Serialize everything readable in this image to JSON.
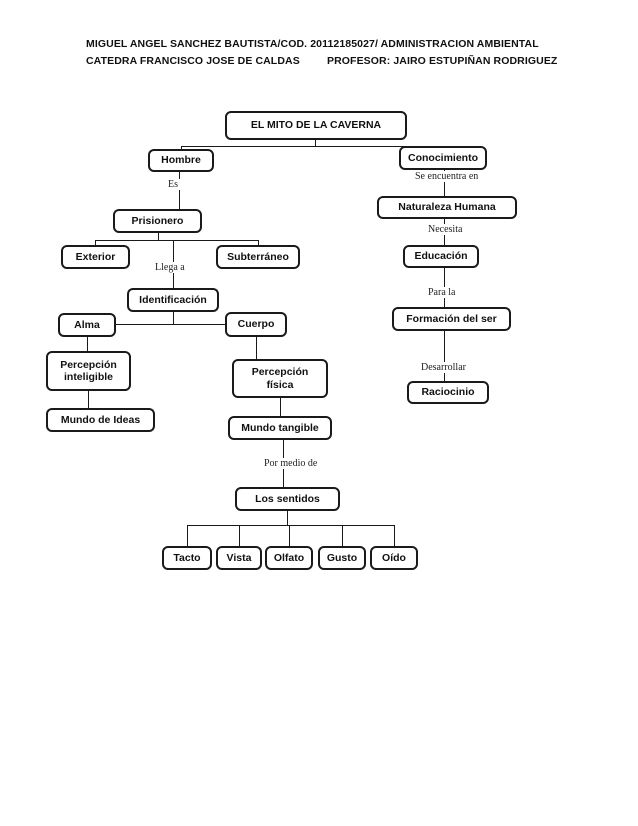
{
  "header": {
    "line1": "MIGUEL ANGEL SANCHEZ BAUTISTA/COD. 20112185027/ ADMINISTRACION AMBIENTAL",
    "line2_left": "CATEDRA  FRANCISCO JOSE DE CALDAS",
    "line2_right": "PROFESOR: JAIRO ESTUPIÑAN RODRIGUEZ"
  },
  "diagram": {
    "nodes": {
      "title": "EL MITO DE LA CAVERNA",
      "hombre": "Hombre",
      "conocimiento": "Conocimiento",
      "prisionero": "Prisionero",
      "naturaleza_humana": "Naturaleza Humana",
      "exterior": "Exterior",
      "subterraneo": "Subterráneo",
      "educacion": "Educación",
      "identificacion": "Identificación",
      "formacion_del_ser": "Formación del ser",
      "alma": "Alma",
      "cuerpo": "Cuerpo",
      "percepcion_inteligible": "Percepción inteligible",
      "percepcion_fisica": "Percepción física",
      "raciocinio": "Raciocinio",
      "mundo_de_ideas": "Mundo de Ideas",
      "mundo_tangible": "Mundo tangible",
      "los_sentidos": "Los sentidos",
      "tacto": "Tacto",
      "vista": "Vista",
      "olfato": "Olfato",
      "gusto": "Gusto",
      "oido": "Oído"
    },
    "edge_labels": {
      "es": "Es",
      "se_encuentra_en": "Se encuentra en",
      "necesita": "Necesita",
      "llega_a": "Llega  a",
      "para_la": "Para la",
      "desarrollar": "Desarrollar",
      "por_medio_de": "Por medio  de"
    }
  },
  "colors": {
    "ink": "#1a1a1a",
    "background": "#ffffff"
  }
}
